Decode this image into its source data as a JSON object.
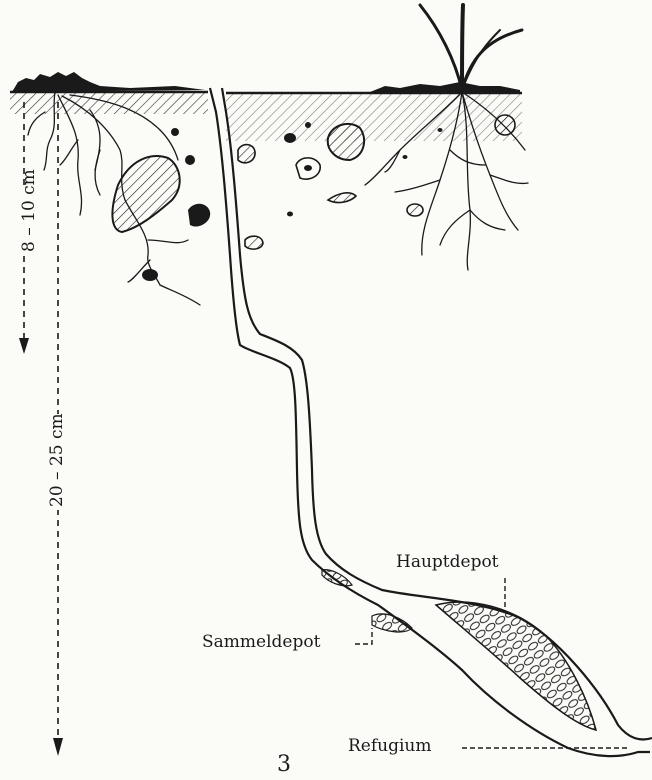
{
  "labels": {
    "depth_shallow": "8 – 10 cm",
    "depth_deep": "20 – 25 cm",
    "main_depot": "Hauptdepot",
    "collection_depot": "Sammeldepot",
    "refuge": "Refugium",
    "figure_number": "3"
  },
  "colors": {
    "ink": "#1a1a1a",
    "paper": "#fbfbf8"
  }
}
